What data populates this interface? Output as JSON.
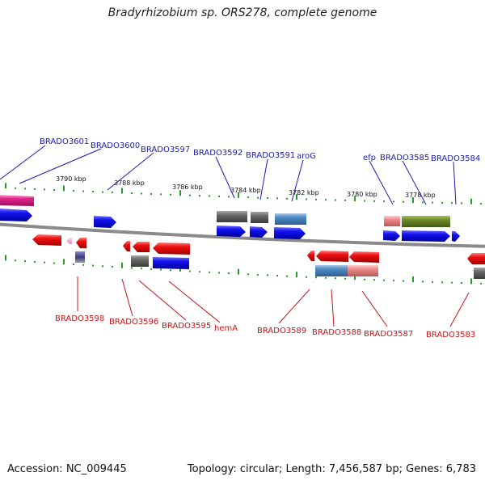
{
  "title": "Bradyrhizobium sp. ORS278, complete genome",
  "footer": {
    "accession": "Accession: NC_009445",
    "topology": "Topology: circular; Length: 7,456,587 bp; Genes: 6,783"
  },
  "colors": {
    "forward_label": "#1b1bb8",
    "reverse_label": "#c81414",
    "tick": "#2a9a2a",
    "backbone": "#8a8a8a"
  },
  "kbp_ticks": [
    "3790 kbp",
    "3788 kbp",
    "3786 kbp",
    "3784 kbp",
    "3782 kbp",
    "3780 kbp",
    "3778 kbp"
  ],
  "top_labels": [
    "BRADO3601",
    "BRADO3600",
    "BRADO3597",
    "BRADO3592",
    "BRADO3591",
    "aroG",
    "efp",
    "BRADO3585",
    "BRADO3584"
  ],
  "bottom_labels": [
    "BRADO3598",
    "BRADO3596",
    "BRADO3595",
    "hemA",
    "BRADO3589",
    "BRADO3588",
    "BRADO3587",
    "BRADO3583"
  ]
}
